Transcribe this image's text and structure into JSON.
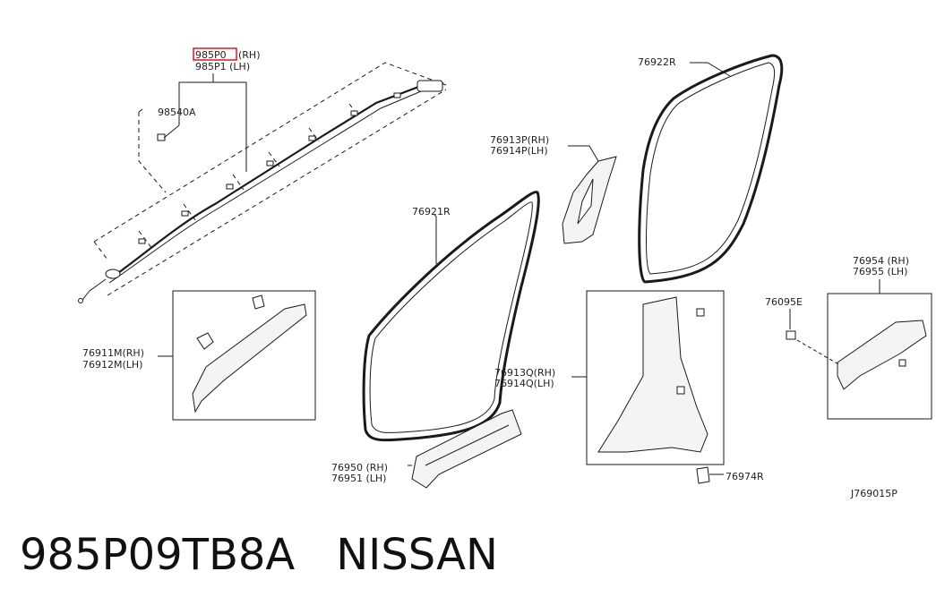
{
  "labels": {
    "p985P0": "985P0",
    "p985P0_side": "(RH)",
    "p985P1": "985P1 (LH)",
    "p98540A": "98540A",
    "p76922R": "76922R",
    "p76913P": "76913P(RH)",
    "p76914P": "76914P(LH)",
    "p76921R": "76921R",
    "p76954": "76954 (RH)",
    "p76955": "76955 (LH)",
    "p76095E": "76095E",
    "p76911M": "76911M(RH)",
    "p76912M": "76912M(LH)",
    "p76913Q": "76913Q(RH)",
    "p76914Q": "76914Q(LH)",
    "p76950": "76950 (RH)",
    "p76951": "76951 (LH)",
    "p76974R": "76974R",
    "diagram_code": "J769015P"
  },
  "caption": {
    "part_number": "985P09TB8A",
    "brand": "NISSAN"
  },
  "colors": {
    "highlight": "#e0141e",
    "line": "#1a1a1a",
    "part_fill": "#f4f4f4"
  }
}
